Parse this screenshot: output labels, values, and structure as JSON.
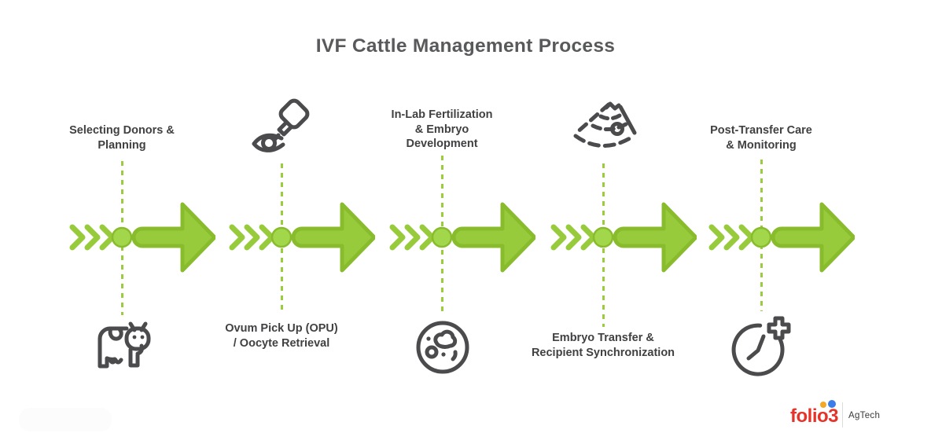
{
  "title": "IVF Cattle Management Process",
  "steps": [
    {
      "id": "selecting-donors",
      "label": "Selecting Donors &\nPlanning",
      "icon": "cow-icon",
      "label_position": "top",
      "icon_position": "bottom"
    },
    {
      "id": "ovum-pick-up",
      "label": "Ovum Pick Up (OPU)\n/ Oocyte Retrieval",
      "icon": "dropper-icon",
      "label_position": "bottom",
      "icon_position": "top"
    },
    {
      "id": "in-lab-fertilization",
      "label": "In-Lab Fertilization\n& Embryo\nDevelopment",
      "icon": "petri-dish-icon",
      "label_position": "top",
      "icon_position": "bottom"
    },
    {
      "id": "embryo-transfer",
      "label": "Embryo Transfer &\nRecipient Synchronization",
      "icon": "ultrasound-icon",
      "label_position": "bottom",
      "icon_position": "top"
    },
    {
      "id": "post-transfer-care",
      "label": "Post-Transfer Care\n& Monitoring",
      "icon": "clock-plus-icon",
      "label_position": "top",
      "icon_position": "bottom"
    }
  ],
  "logo": {
    "brand": "folio3",
    "division": "AgTech"
  },
  "colors": {
    "accent_green": "#98CB3B",
    "accent_green_dark": "#88BC2C",
    "accent_green_light": "#A2D64B",
    "icon_gray": "#4B4B4D",
    "title_gray": "#58595B",
    "label_gray": "#414042",
    "logo_red": "#E63329",
    "logo_yellow": "#F6A723",
    "logo_blue": "#3A7CE8"
  }
}
